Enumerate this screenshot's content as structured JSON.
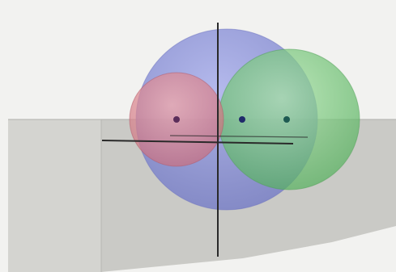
{
  "scene": {
    "background_color": "#f2f2f0",
    "plane_top_color": "#d8d8d5",
    "plane_front_color": "#cfcfcb",
    "axis_color": "#2a2a2a",
    "spheres": [
      {
        "name": "red",
        "color": "#e08a8a"
      },
      {
        "name": "blue",
        "color": "#8f96d8"
      },
      {
        "name": "green",
        "color": "#7fca7f"
      }
    ]
  }
}
